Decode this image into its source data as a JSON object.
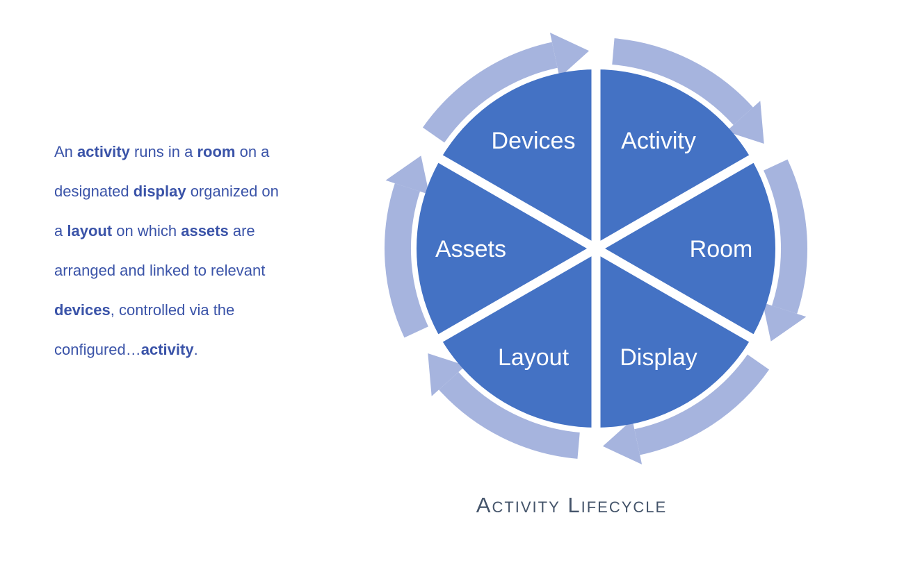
{
  "description": {
    "lines": [
      [
        {
          "t": "An ",
          "b": 0
        },
        {
          "t": "activity",
          "b": 1
        },
        {
          "t": " runs in a ",
          "b": 0
        },
        {
          "t": "room",
          "b": 1
        },
        {
          "t": " on a",
          "b": 0
        }
      ],
      [
        {
          "t": "designated ",
          "b": 0
        },
        {
          "t": "display",
          "b": 1
        },
        {
          "t": " organized on",
          "b": 0
        }
      ],
      [
        {
          "t": "a ",
          "b": 0
        },
        {
          "t": "layout",
          "b": 1
        },
        {
          "t": " on which ",
          "b": 0
        },
        {
          "t": "assets",
          "b": 1
        },
        {
          "t": " are",
          "b": 0
        }
      ],
      [
        {
          "t": "arranged and linked to relevant",
          "b": 0
        }
      ],
      [
        {
          "t": "devices",
          "b": 1
        },
        {
          "t": ", controlled via the",
          "b": 0
        }
      ],
      [
        {
          "t": "configured…",
          "b": 0
        },
        {
          "t": "activity",
          "b": 1
        },
        {
          "t": ".",
          "b": 0
        }
      ]
    ]
  },
  "diagram": {
    "title": "Activity Lifecycle",
    "segments": [
      {
        "label": "Devices"
      },
      {
        "label": "Activity"
      },
      {
        "label": "Room"
      },
      {
        "label": "Display"
      },
      {
        "label": "Layout"
      },
      {
        "label": "Assets"
      }
    ],
    "colors": {
      "wedge": "#4472C4",
      "ring": "#A6B4DE",
      "segment_label_text": "#FFFFFF",
      "title_text": "#44546A",
      "body_text": "#3A53A8"
    }
  }
}
